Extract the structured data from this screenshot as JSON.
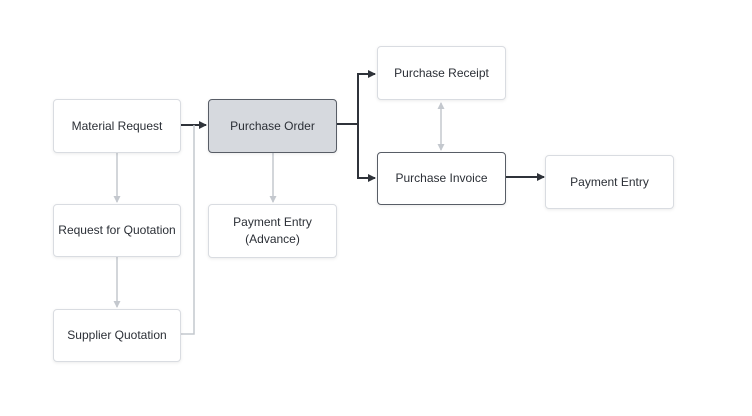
{
  "diagram": {
    "nodes": {
      "material_request": "Material Request",
      "request_for_quotation": "Request for Quotation",
      "supplier_quotation": "Supplier Quotation",
      "purchase_order": "Purchase Order",
      "payment_entry_advance": "Payment Entry\n(Advance)",
      "purchase_receipt": "Purchase Receipt",
      "purchase_invoice": "Purchase Invoice",
      "payment_entry": "Payment Entry"
    },
    "colors": {
      "strong_connector": "#2f333a",
      "light_connector": "#c4c8ce",
      "active_fill": "#d6d9de"
    }
  }
}
